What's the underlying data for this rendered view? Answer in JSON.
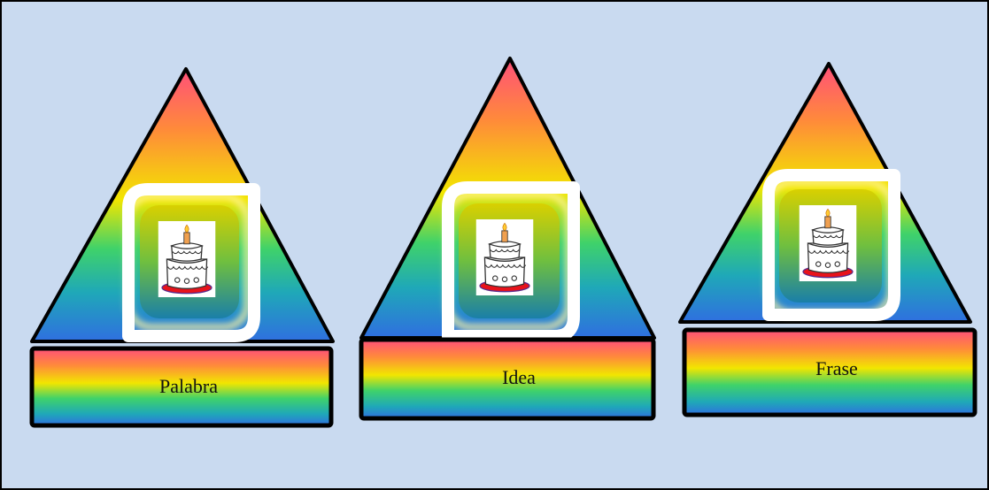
{
  "colors": {
    "background": "#c9daf0",
    "border": "#000000",
    "gradient": [
      "#ff4f7a",
      "#ff8a3a",
      "#f2e600",
      "#2fd07a",
      "#1fa8b8",
      "#2f6fe0"
    ]
  },
  "cards": [
    {
      "label": "Palabra",
      "icon": "birthday-cake-icon"
    },
    {
      "label": "Idea",
      "icon": "birthday-cake-icon"
    },
    {
      "label": "Frase",
      "icon": "birthday-cake-icon"
    }
  ]
}
